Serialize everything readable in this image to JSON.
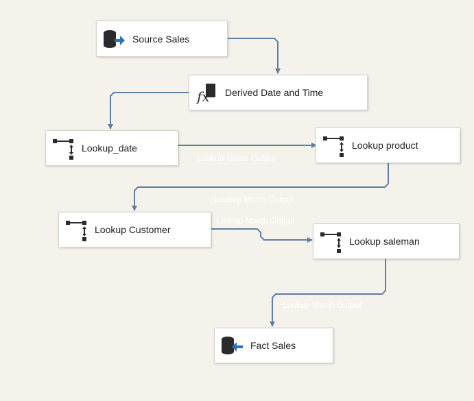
{
  "colors": {
    "connector": "#5f7ea6",
    "icon_dark": "#2b2b2b",
    "icon_accent": "#2f6fbf",
    "canvas": "#f5f2ec"
  },
  "nodes": [
    {
      "id": "source-sales",
      "label": "Source Sales",
      "icon": "source-database-icon"
    },
    {
      "id": "derived-date-time",
      "label": "Derived Date and Time",
      "icon": "fx-derived-column-icon"
    },
    {
      "id": "lookup-date",
      "label": "Lookup_date",
      "icon": "lookup-icon"
    },
    {
      "id": "lookup-product",
      "label": "Lookup product",
      "icon": "lookup-icon"
    },
    {
      "id": "lookup-customer",
      "label": "Lookup Customer",
      "icon": "lookup-icon"
    },
    {
      "id": "lookup-saleman",
      "label": "Lookup saleman",
      "icon": "lookup-icon"
    },
    {
      "id": "fact-sales",
      "label": "Fact Sales",
      "icon": "destination-database-icon"
    }
  ],
  "edges": [
    {
      "from": "source-sales",
      "to": "derived-date-time",
      "label": ""
    },
    {
      "from": "derived-date-time",
      "to": "lookup-date",
      "label": ""
    },
    {
      "from": "lookup-date",
      "to": "lookup-product",
      "label": "Lookup Match Output"
    },
    {
      "from": "lookup-product",
      "to": "lookup-customer",
      "label": "Lookup Match Output"
    },
    {
      "from": "lookup-customer",
      "to": "lookup-saleman",
      "label": "Lookup Match Output"
    },
    {
      "from": "lookup-saleman",
      "to": "fact-sales",
      "label": "Lookup Match Output"
    }
  ]
}
